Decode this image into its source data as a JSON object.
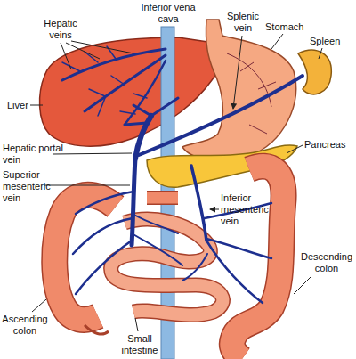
{
  "diagram": {
    "labels": [
      "Inferior vena cava",
      "Hepatic veins",
      "Splenic vein",
      "Stomach",
      "Spleen",
      "Liver",
      "Pancreas",
      "Hepatic portal vein",
      "Superior mesenteric vein",
      "Inferior mesenteric vein",
      "Small intestine",
      "Ascending colon",
      "Descending colon"
    ]
  }
}
